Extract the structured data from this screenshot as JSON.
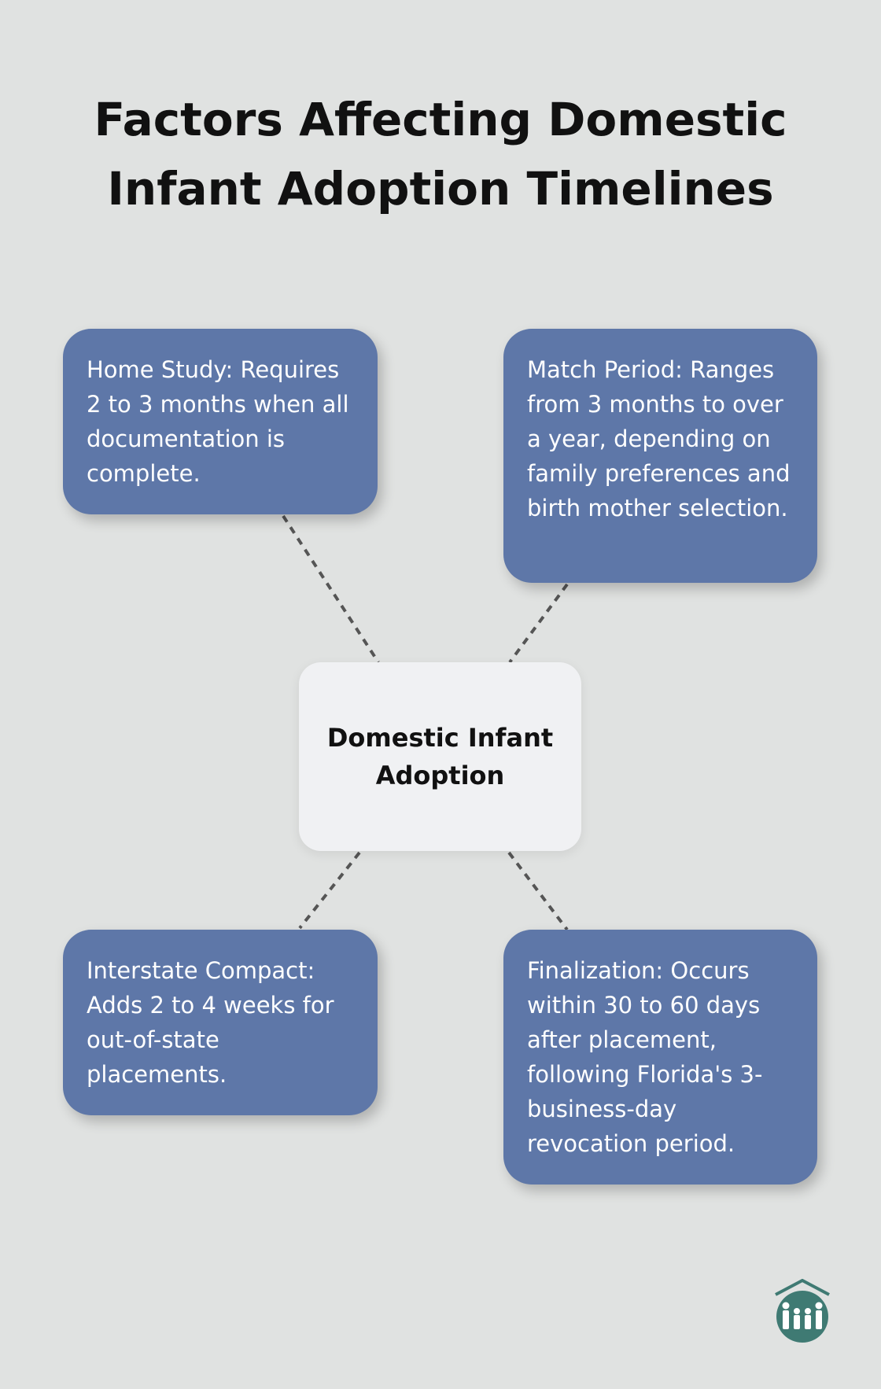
{
  "title": {
    "line1": "Factors Affecting Domestic",
    "line2": "Infant Adoption Timelines"
  },
  "center": {
    "label": "Domestic Infant Adoption"
  },
  "factors": [
    {
      "text": "Home Study: Requires 2 to 3 months when all documentation is complete."
    },
    {
      "text": "Match Period: Ranges from 3 months to over a year, depending on family preferences and birth mother selection."
    },
    {
      "text": "Interstate Compact: Adds 2 to 4 weeks for out-of-state placements."
    },
    {
      "text": "Finalization: Occurs within 30 to 60 days after placement, following Florida's 3-business-day revocation period."
    }
  ],
  "colors": {
    "background": "#e0e2e1",
    "box": "#5e77a8",
    "center": "#f0f1f3",
    "logo": "#3f7a73",
    "connector": "#555555"
  },
  "logo": {
    "icon": "family-house-icon"
  }
}
